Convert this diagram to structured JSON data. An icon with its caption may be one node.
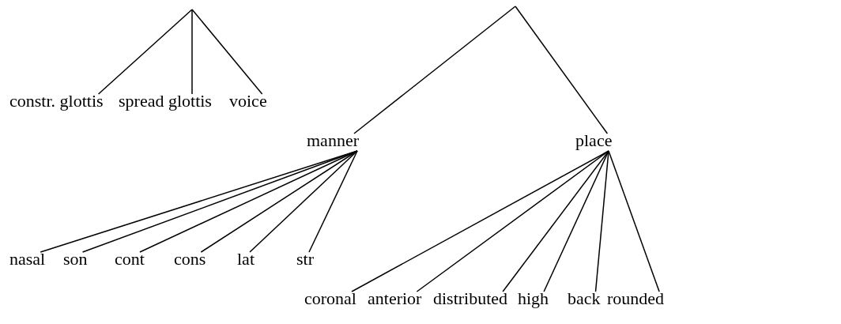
{
  "diagram": {
    "nodes": [
      {
        "text": [
          "constr. glottis"
        ]
      },
      {
        "text": [
          "spread glottis"
        ]
      },
      {
        "text": [
          "voice"
        ]
      },
      {
        "text": [
          "manner"
        ]
      },
      {
        "text": [
          "place"
        ]
      },
      {
        "text": [
          "nasal"
        ]
      },
      {
        "text": [
          "son"
        ]
      },
      {
        "text": [
          "cont"
        ]
      },
      {
        "text": [
          "cons"
        ]
      },
      {
        "text": [
          "lat"
        ]
      },
      {
        "text": [
          "str"
        ]
      },
      {
        "text": [
          "coronal"
        ]
      },
      {
        "text": [
          "anterior"
        ]
      },
      {
        "text": [
          "distributed"
        ]
      },
      {
        "text": [
          "high"
        ]
      },
      {
        "text": [
          "back"
        ]
      },
      {
        "text": [
          "rounded"
        ]
      }
    ],
    "edges": [
      {
        "from": null,
        "to": 0,
        "arrow": "none"
      },
      {
        "from": null,
        "to": 1,
        "arrow": "none"
      },
      {
        "from": null,
        "to": 2,
        "arrow": "none"
      },
      {
        "from": null,
        "to": 3,
        "arrow": "none"
      },
      {
        "from": null,
        "to": 4,
        "arrow": "none"
      },
      {
        "from": 3,
        "to": 5,
        "arrow": "none"
      },
      {
        "from": 3,
        "to": 6,
        "arrow": "none"
      },
      {
        "from": 3,
        "to": 7,
        "arrow": "none"
      },
      {
        "from": 3,
        "to": 8,
        "arrow": "none"
      },
      {
        "from": 3,
        "to": 9,
        "arrow": "none"
      },
      {
        "from": 3,
        "to": 10,
        "arrow": "none"
      },
      {
        "from": 4,
        "to": 11,
        "arrow": "none"
      },
      {
        "from": 4,
        "to": 12,
        "arrow": "none"
      },
      {
        "from": 4,
        "to": 13,
        "arrow": "none"
      },
      {
        "from": 4,
        "to": 14,
        "arrow": "none"
      },
      {
        "from": 4,
        "to": 15,
        "arrow": "none"
      },
      {
        "from": 4,
        "to": 16,
        "arrow": "none"
      }
    ]
  }
}
